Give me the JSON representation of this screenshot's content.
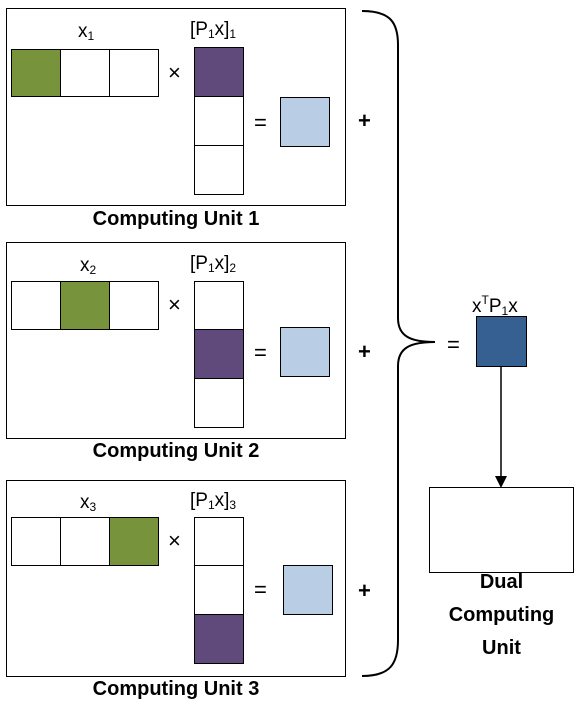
{
  "units": [
    {
      "x_label": "x",
      "x_sub": "1",
      "p_label": "[P",
      "p_sub": "1",
      "p_label2": "x]",
      "p_sub2": "1",
      "times": "×",
      "equals": "=",
      "plus": "+",
      "caption": "Computing Unit 1"
    },
    {
      "x_label": "x",
      "x_sub": "2",
      "p_label": "[P",
      "p_sub": "1",
      "p_label2": "x]",
      "p_sub2": "2",
      "times": "×",
      "equals": "=",
      "plus": "+",
      "caption": "Computing Unit 2"
    },
    {
      "x_label": "x",
      "x_sub": "3",
      "p_label": "[P",
      "p_sub": "1",
      "p_label2": "x]",
      "p_sub2": "3",
      "times": "×",
      "equals": "=",
      "plus": "+",
      "caption": "Computing Unit 3"
    }
  ],
  "result": {
    "equals": "=",
    "label_x": "x",
    "label_sup": "T",
    "label_p": "P",
    "label_sub": "1",
    "label_x2": "x"
  },
  "dual_unit": {
    "caption_line1": "Dual",
    "caption_line2": "Computing",
    "caption_line3": "Unit"
  },
  "colors": {
    "green": "#77933c",
    "purple": "#604a7b",
    "light_blue": "#b9cde5",
    "dark_blue": "#366092"
  }
}
